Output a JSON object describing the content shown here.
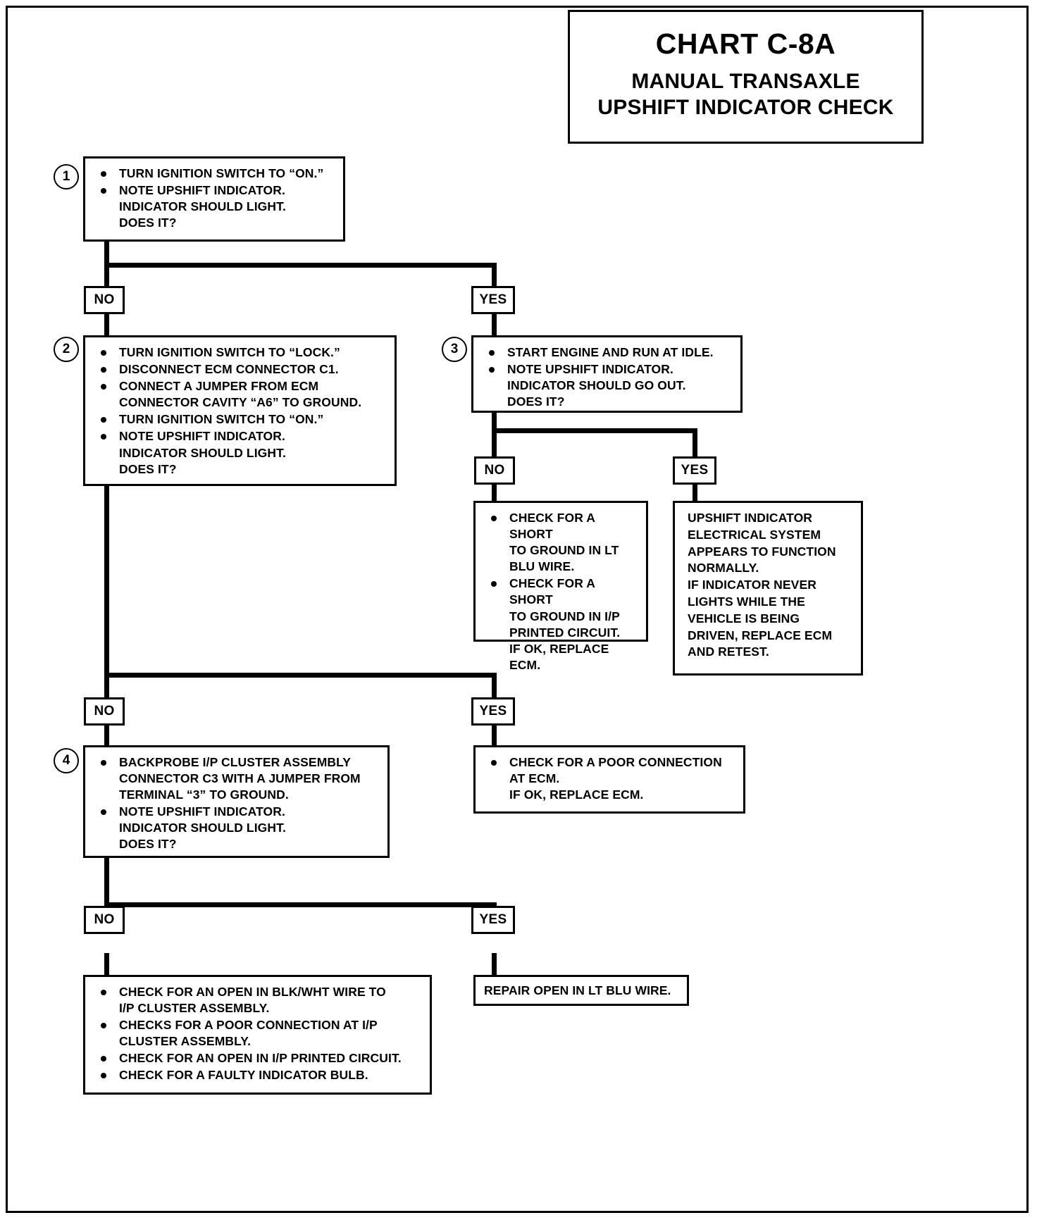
{
  "title": {
    "chart_id": "CHART C-8A",
    "subtitle_line1": "MANUAL TRANSAXLE",
    "subtitle_line2": "UPSHIFT INDICATOR CHECK"
  },
  "labels": {
    "yes": "YES",
    "no": "NO"
  },
  "steps": {
    "step1": {
      "number": "1",
      "bullets": [
        "TURN IGNITION SWITCH TO “ON.”",
        "NOTE UPSHIFT INDICATOR.\nINDICATOR SHOULD LIGHT.\nDOES IT?"
      ]
    },
    "step2": {
      "number": "2",
      "bullets": [
        "TURN IGNITION SWITCH TO “LOCK.”",
        "DISCONNECT ECM CONNECTOR C1.",
        "CONNECT A JUMPER FROM ECM\nCONNECTOR CAVITY “A6” TO GROUND.",
        "TURN IGNITION SWITCH TO “ON.”",
        "NOTE UPSHIFT INDICATOR.\nINDICATOR SHOULD LIGHT.\nDOES IT?"
      ]
    },
    "step3": {
      "number": "3",
      "bullets": [
        "START ENGINE AND RUN AT IDLE.",
        "NOTE UPSHIFT INDICATOR.\nINDICATOR SHOULD GO OUT.\nDOES IT?"
      ]
    },
    "step4": {
      "number": "4",
      "bullets": [
        "BACKPROBE I/P CLUSTER ASSEMBLY\nCONNECTOR C3 WITH A JUMPER FROM\nTERMINAL “3” TO GROUND.",
        "NOTE UPSHIFT INDICATOR.\nINDICATOR SHOULD LIGHT.\nDOES IT?"
      ]
    }
  },
  "outcomes": {
    "short_to_ground": {
      "bullets": [
        "CHECK FOR A SHORT\nTO GROUND IN LT\nBLU WIRE.",
        "CHECK FOR A SHORT\nTO GROUND IN I/P\nPRINTED CIRCUIT.\nIF OK, REPLACE ECM."
      ]
    },
    "system_normal": {
      "text": "UPSHIFT INDICATOR\nELECTRICAL SYSTEM\nAPPEARS TO  FUNCTION\nNORMALLY.\nIF INDICATOR NEVER\nLIGHTS WHILE THE\nVEHICLE IS BEING\nDRIVEN, REPLACE ECM\nAND RETEST."
    },
    "poor_connection_ecm": {
      "bullets": [
        "CHECK FOR A POOR CONNECTION\nAT ECM.\nIF OK, REPLACE ECM."
      ]
    },
    "open_checks": {
      "bullets": [
        "CHECK FOR AN OPEN IN BLK/WHT WIRE TO\nI/P CLUSTER ASSEMBLY.",
        "CHECKS FOR A POOR CONNECTION AT I/P\nCLUSTER ASSEMBLY.",
        "CHECK FOR AN OPEN IN I/P PRINTED CIRCUIT.",
        "CHECK FOR A FAULTY INDICATOR BULB."
      ]
    },
    "repair_open": {
      "text": "REPAIR OPEN IN LT BLU WIRE."
    }
  }
}
